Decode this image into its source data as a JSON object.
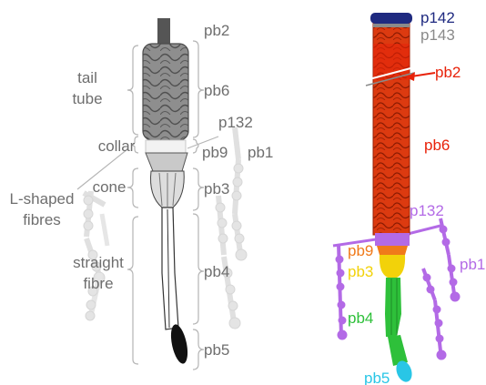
{
  "left_panel": {
    "labels": {
      "tail_line1": "tail",
      "tail_line2": "tube",
      "collar": "collar",
      "cone": "cone",
      "lshaped_line1": "L-shaped",
      "lshaped_line2": "fibres",
      "straight_line1": "straight",
      "straight_line2": "fibre"
    },
    "proteins": {
      "pb2": "pb2",
      "pb6": "pb6",
      "p132": "p132",
      "pb9": "pb9",
      "pb1": "pb1",
      "pb3": "pb3",
      "pb4": "pb4",
      "pb5": "pb5"
    }
  },
  "right_panel": {
    "labels": {
      "p142": "p142",
      "p143": "p143",
      "pb2": "pb2",
      "pb6": "pb6",
      "p132": "p132",
      "pb9": "pb9",
      "pb3": "pb3",
      "pb1": "pb1",
      "pb4": "pb4",
      "pb5": "pb5"
    }
  },
  "colors": {
    "text_gray": "#6e6e6e",
    "bracket_gray": "#b5b5b5",
    "tube_gray": "#8c8c8c",
    "fibre_ghost": "#e2e2e2",
    "p142": "#1f2a80",
    "p143": "#8a8a8a",
    "pb2": "#e8220a",
    "pb6": "#d8300c",
    "p132": "#b36ae6",
    "pb9": "#f07a1a",
    "pb3": "#f2d20a",
    "pb4": "#2ec03a",
    "pb5": "#29c6e6",
    "pb1": "#b36ae6"
  }
}
